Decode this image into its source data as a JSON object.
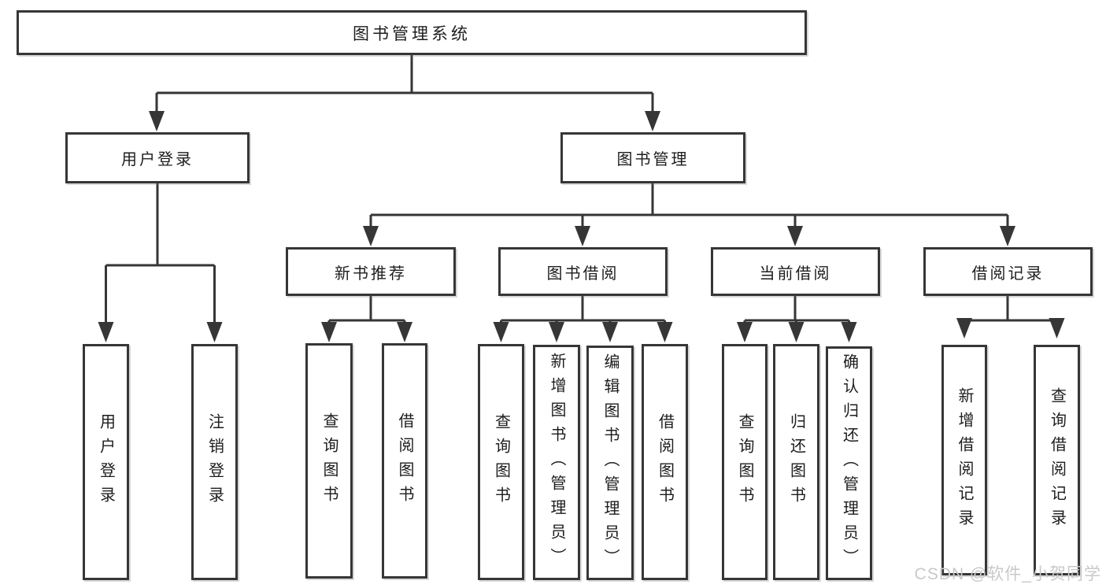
{
  "diagram": {
    "type": "hierarchy-tree",
    "colors": {
      "line": "#363636",
      "box_border": "#363636",
      "box_fill": "#ffffff",
      "text": "#1d1d1d",
      "watermark": "#c9c9c9"
    },
    "tree": {
      "root": {
        "label": "图书管理系统"
      },
      "branches": [
        {
          "label": "用户登录",
          "children": [
            {
              "label": "用户登录"
            },
            {
              "label": "注销登录"
            }
          ]
        },
        {
          "label": "图书管理",
          "children": [
            {
              "label": "新书推荐",
              "children": [
                {
                  "label": "查询图书"
                },
                {
                  "label": "借阅图书"
                }
              ]
            },
            {
              "label": "图书借阅",
              "children": [
                {
                  "label": "查询图书"
                },
                {
                  "label": "新增图书（管理员）"
                },
                {
                  "label": "编辑图书（管理员）"
                },
                {
                  "label": "借阅图书"
                }
              ]
            },
            {
              "label": "当前借阅",
              "children": [
                {
                  "label": "查询图书"
                },
                {
                  "label": "归还图书"
                },
                {
                  "label": "确认归还（管理员）"
                }
              ]
            },
            {
              "label": "借阅记录",
              "children": [
                {
                  "label": "新增借阅记录"
                },
                {
                  "label": "查询借阅记录"
                }
              ]
            }
          ]
        }
      ]
    },
    "watermark": "CSDN @软件_小贺同学"
  }
}
